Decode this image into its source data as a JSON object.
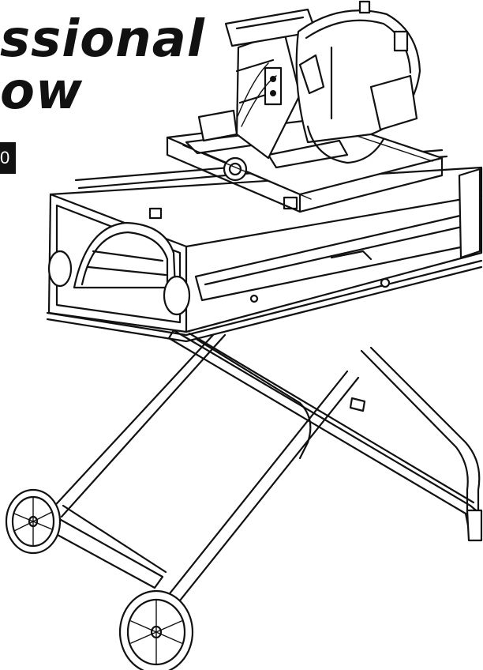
{
  "cover": {
    "title_line_1": "ssional",
    "title_line_2": "ow",
    "model_badge": "0",
    "illustration_icon": "wet-tile-saw-on-folding-stand-illustration"
  }
}
